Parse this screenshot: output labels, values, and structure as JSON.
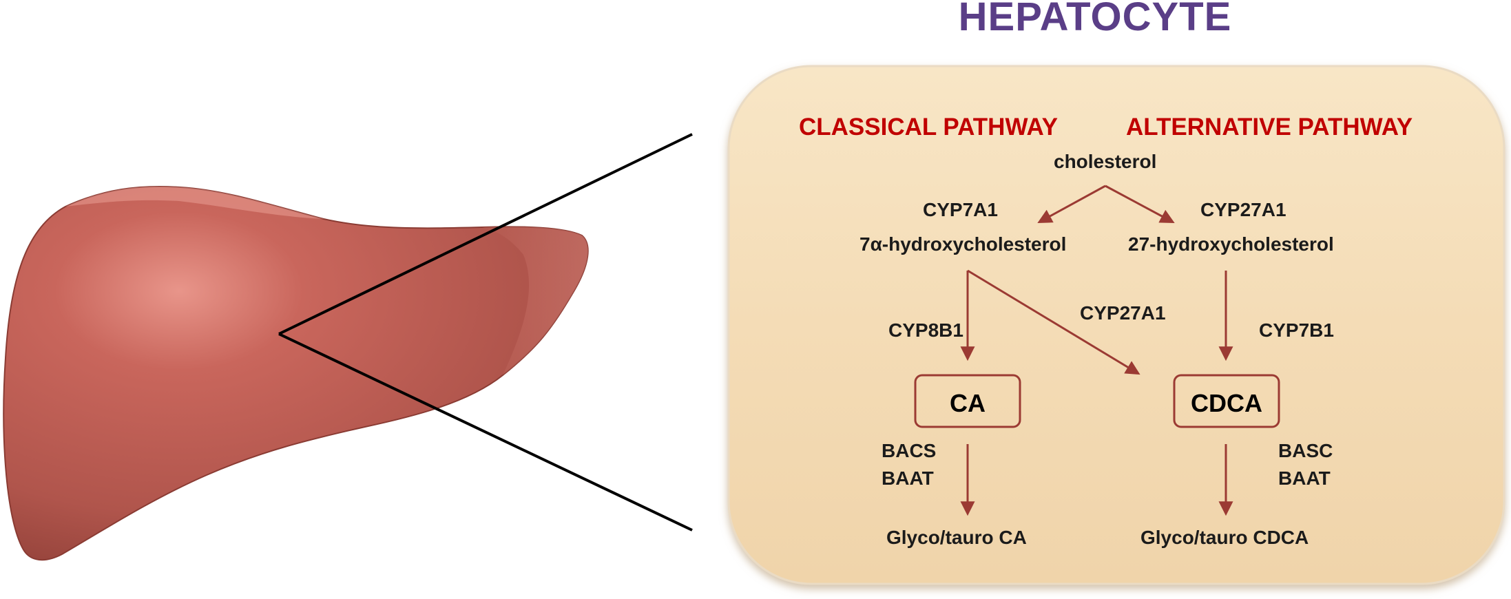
{
  "title": "HEPATOCYTE",
  "colors": {
    "title": "#5a3e87",
    "pathway_heading": "#c00000",
    "arrow": "#9b3a33",
    "panel_fill": "#f5dfbc",
    "liver": "#b85c53"
  },
  "pathways": {
    "classical": "CLASSICAL PATHWAY",
    "alternative": "ALTERNATIVE PATHWAY"
  },
  "nodes": {
    "cholesterol": "cholesterol",
    "hydroxy_7a": "7α-hydroxycholesterol",
    "hydroxy_27": "27-hydroxycholesterol",
    "ca": "CA",
    "cdca": "CDCA",
    "glyco_ca": "Glyco/tauro CA",
    "glyco_cdca": "Glyco/tauro CDCA"
  },
  "enzymes": {
    "cyp7a1": "CYP7A1",
    "cyp27a1_top": "CYP27A1",
    "cyp8b1": "CYP8B1",
    "cyp27a1_mid": "CYP27A1",
    "cyp7b1": "CYP7B1",
    "bacs": "BACS",
    "baat_left": "BAAT",
    "basc": "BASC",
    "baat_right": "BAAT"
  },
  "illustration": {
    "organ_icon": "liver-icon"
  }
}
